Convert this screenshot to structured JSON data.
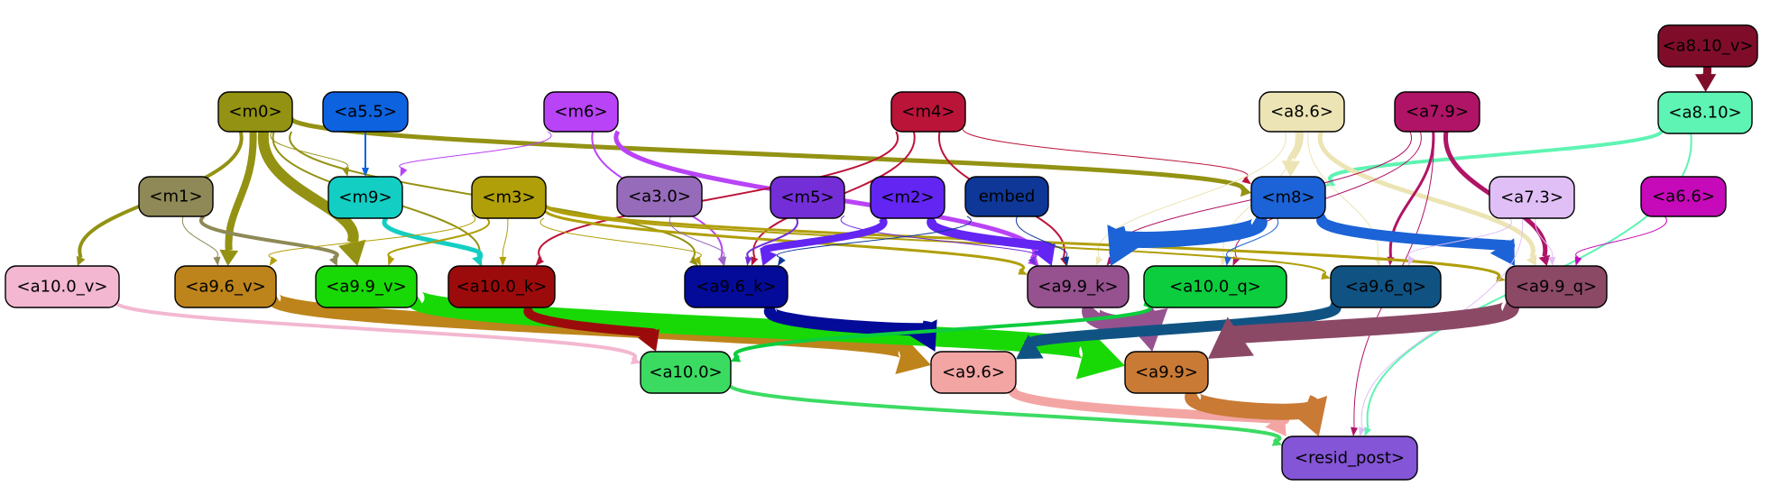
{
  "diagram": {
    "nodes": [
      {
        "id": "a8_10_v",
        "label": "<a8.10_v>",
        "fill": "#7f0d2a",
        "text": "#000000"
      },
      {
        "id": "m0",
        "label": "<m0>",
        "fill": "#939213",
        "text": "#000000"
      },
      {
        "id": "a5_5",
        "label": "<a5.5>",
        "fill": "#0d62e0",
        "text": "#000000"
      },
      {
        "id": "m6",
        "label": "<m6>",
        "fill": "#b943f6",
        "text": "#000000"
      },
      {
        "id": "m4",
        "label": "<m4>",
        "fill": "#bb1439",
        "text": "#000000"
      },
      {
        "id": "a8_6",
        "label": "<a8.6>",
        "fill": "#ece4b4",
        "text": "#000000"
      },
      {
        "id": "a7_9",
        "label": "<a7.9>",
        "fill": "#b01466",
        "text": "#000000"
      },
      {
        "id": "a8_10",
        "label": "<a8.10>",
        "fill": "#5ef4b3",
        "text": "#000000"
      },
      {
        "id": "m1",
        "label": "<m1>",
        "fill": "#8e8956",
        "text": "#000000"
      },
      {
        "id": "m9",
        "label": "<m9>",
        "fill": "#13cec3",
        "text": "#000000"
      },
      {
        "id": "m3",
        "label": "<m3>",
        "fill": "#b09f09",
        "text": "#000000"
      },
      {
        "id": "a3_0",
        "label": "<a3.0>",
        "fill": "#966bb9",
        "text": "#000000"
      },
      {
        "id": "m5",
        "label": "<m5>",
        "fill": "#742ed7",
        "text": "#000000"
      },
      {
        "id": "m2",
        "label": "<m2>",
        "fill": "#6225f2",
        "text": "#000000"
      },
      {
        "id": "embed",
        "label": "embed",
        "fill": "#0e3798",
        "text": "#000000"
      },
      {
        "id": "m8",
        "label": "<m8>",
        "fill": "#1b63d6",
        "text": "#000000"
      },
      {
        "id": "a7_3",
        "label": "<a7.3>",
        "fill": "#e0bff6",
        "text": "#000000"
      },
      {
        "id": "a6_6",
        "label": "<a6.6>",
        "fill": "#c609b9",
        "text": "#000000"
      },
      {
        "id": "a10_0_v",
        "label": "<a10.0_v>",
        "fill": "#f3b7d1",
        "text": "#000000"
      },
      {
        "id": "a9_6_v",
        "label": "<a9.6_v>",
        "fill": "#bd841b",
        "text": "#000000"
      },
      {
        "id": "a9_9_v",
        "label": "<a9.9_v>",
        "fill": "#18d905",
        "text": "#000000"
      },
      {
        "id": "a10_0_k",
        "label": "<a10.0_k>",
        "fill": "#9c0b0b",
        "text": "#000000"
      },
      {
        "id": "a9_6_k",
        "label": "<a9.6_k>",
        "fill": "#040b98",
        "text": "#000000"
      },
      {
        "id": "a9_9_k",
        "label": "<a9.9_k>",
        "fill": "#95528f",
        "text": "#000000"
      },
      {
        "id": "a10_0_q",
        "label": "<a10.0_q>",
        "fill": "#0ccd3d",
        "text": "#000000"
      },
      {
        "id": "a9_6_q",
        "label": "<a9.6_q>",
        "fill": "#105383",
        "text": "#000000"
      },
      {
        "id": "a9_9_q",
        "label": "<a9.9_q>",
        "fill": "#8b4966",
        "text": "#000000"
      },
      {
        "id": "a10_0",
        "label": "<a10.0>",
        "fill": "#3bdb62",
        "text": "#000000"
      },
      {
        "id": "a9_6",
        "label": "<a9.6>",
        "fill": "#f3a5a4",
        "text": "#000000"
      },
      {
        "id": "a9_9",
        "label": "<a9.9>",
        "fill": "#c97a35",
        "text": "#000000"
      },
      {
        "id": "resid_post",
        "label": "<resid_post>",
        "fill": "#8455d6",
        "text": "#000000"
      }
    ],
    "edges": [
      {
        "from": "a8_10_v",
        "to": "a8_10",
        "color": "#7f0d2a",
        "weight": 9
      },
      {
        "from": "a8_10",
        "to": "m8",
        "color": "#5ef4b3",
        "weight": 4
      },
      {
        "from": "a8_10",
        "to": "resid_post",
        "color": "#5ef4b3",
        "weight": 2
      },
      {
        "from": "m0",
        "to": "a10_0_v",
        "color": "#939213",
        "weight": 4
      },
      {
        "from": "m0",
        "to": "a9_6_v",
        "color": "#939213",
        "weight": 8
      },
      {
        "from": "m0",
        "to": "a9_9_v",
        "color": "#939213",
        "weight": 12
      },
      {
        "from": "m0",
        "to": "m9",
        "color": "#939213",
        "weight": 1
      },
      {
        "from": "m0",
        "to": "a10_0_k",
        "color": "#939213",
        "weight": 2
      },
      {
        "from": "m0",
        "to": "a9_6_k",
        "color": "#939213",
        "weight": 2
      },
      {
        "from": "m0",
        "to": "m8",
        "color": "#939213",
        "weight": 5
      },
      {
        "from": "a5_5",
        "to": "m9",
        "color": "#0d62e0",
        "weight": 2
      },
      {
        "from": "m6",
        "to": "m9",
        "color": "#b943f6",
        "weight": 1
      },
      {
        "from": "m6",
        "to": "a9_6_k",
        "color": "#b943f6",
        "weight": 2
      },
      {
        "from": "m6",
        "to": "a9_9_k",
        "color": "#b943f6",
        "weight": 5
      },
      {
        "from": "m4",
        "to": "a10_0_k",
        "color": "#bb1439",
        "weight": 2
      },
      {
        "from": "m4",
        "to": "a9_6_k",
        "color": "#bb1439",
        "weight": 2
      },
      {
        "from": "m4",
        "to": "a9_9_k",
        "color": "#bb1439",
        "weight": 2
      },
      {
        "from": "m4",
        "to": "m8",
        "color": "#bb1439",
        "weight": 1
      },
      {
        "from": "a8_6",
        "to": "m8",
        "color": "#ece4b4",
        "weight": 8
      },
      {
        "from": "a8_6",
        "to": "a9_9_q",
        "color": "#ece4b4",
        "weight": 5
      },
      {
        "from": "a8_6",
        "to": "a9_6_q",
        "color": "#ece4b4",
        "weight": 1
      },
      {
        "from": "a8_6",
        "to": "a10_0_q",
        "color": "#ece4b4",
        "weight": 1
      },
      {
        "from": "a8_6",
        "to": "a9_9_k",
        "color": "#ece4b4",
        "weight": 1
      },
      {
        "from": "a7_9",
        "to": "a9_9_q",
        "color": "#b01466",
        "weight": 5
      },
      {
        "from": "a7_9",
        "to": "a9_6_q",
        "color": "#b01466",
        "weight": 3
      },
      {
        "from": "a7_9",
        "to": "a10_0_q",
        "color": "#b01466",
        "weight": 1
      },
      {
        "from": "a7_9",
        "to": "a9_9_k",
        "color": "#b01466",
        "weight": 1
      },
      {
        "from": "a7_9",
        "to": "resid_post",
        "color": "#b01466",
        "weight": 1
      },
      {
        "from": "m1",
        "to": "a9_6_v",
        "color": "#8e8956",
        "weight": 1
      },
      {
        "from": "m1",
        "to": "a9_9_v",
        "color": "#8e8956",
        "weight": 4
      },
      {
        "from": "m9",
        "to": "a10_0_k",
        "color": "#13cec3",
        "weight": 5
      },
      {
        "from": "m3",
        "to": "a9_6_v",
        "color": "#b09f09",
        "weight": 1
      },
      {
        "from": "m3",
        "to": "a9_9_v",
        "color": "#b09f09",
        "weight": 2
      },
      {
        "from": "m3",
        "to": "a10_0_k",
        "color": "#b09f09",
        "weight": 1
      },
      {
        "from": "m3",
        "to": "a9_6_k",
        "color": "#b09f09",
        "weight": 1
      },
      {
        "from": "m3",
        "to": "a9_9_k",
        "color": "#b09f09",
        "weight": 3
      },
      {
        "from": "m3",
        "to": "a9_6_q",
        "color": "#b09f09",
        "weight": 2
      },
      {
        "from": "m3",
        "to": "a9_9_q",
        "color": "#b09f09",
        "weight": 3
      },
      {
        "from": "a3_0",
        "to": "a9_6_k",
        "color": "#966bb9",
        "weight": 1
      },
      {
        "from": "m5",
        "to": "a9_6_k",
        "color": "#742ed7",
        "weight": 2
      },
      {
        "from": "m5",
        "to": "a9_9_k",
        "color": "#742ed7",
        "weight": 1
      },
      {
        "from": "m2",
        "to": "a9_6_k",
        "color": "#6225f2",
        "weight": 8
      },
      {
        "from": "m2",
        "to": "a9_9_k",
        "color": "#6225f2",
        "weight": 10
      },
      {
        "from": "embed",
        "to": "a9_6_k",
        "color": "#0e3798",
        "weight": 1
      },
      {
        "from": "embed",
        "to": "a9_9_k",
        "color": "#0e3798",
        "weight": 1
      },
      {
        "from": "m8",
        "to": "a9_9_k",
        "color": "#1b63d6",
        "weight": 18
      },
      {
        "from": "m8",
        "to": "a10_0_q",
        "color": "#1b63d6",
        "weight": 1
      },
      {
        "from": "m8",
        "to": "a9_9_q",
        "color": "#1b63d6",
        "weight": 12
      },
      {
        "from": "a7_3",
        "to": "a9_9_q",
        "color": "#e0bff6",
        "weight": 1
      },
      {
        "from": "a7_3",
        "to": "a9_6_q",
        "color": "#e0bff6",
        "weight": 1
      },
      {
        "from": "a7_3",
        "to": "resid_post",
        "color": "#e0bff6",
        "weight": 1
      },
      {
        "from": "a6_6",
        "to": "a9_9_q",
        "color": "#c609b9",
        "weight": 1
      },
      {
        "from": "a10_0_v",
        "to": "a10_0",
        "color": "#f3b7d1",
        "weight": 4
      },
      {
        "from": "a9_6_v",
        "to": "a9_6",
        "color": "#bd841b",
        "weight": 16
      },
      {
        "from": "a9_9_v",
        "to": "a9_9",
        "color": "#18d905",
        "weight": 22
      },
      {
        "from": "a10_0_k",
        "to": "a10_0",
        "color": "#9c0b0b",
        "weight": 10
      },
      {
        "from": "a9_6_k",
        "to": "a9_6",
        "color": "#040b98",
        "weight": 14
      },
      {
        "from": "a9_9_k",
        "to": "a9_9",
        "color": "#95528f",
        "weight": 20
      },
      {
        "from": "a10_0_q",
        "to": "a10_0",
        "color": "#0ccd3d",
        "weight": 4
      },
      {
        "from": "a9_6_q",
        "to": "a9_6",
        "color": "#105383",
        "weight": 12
      },
      {
        "from": "a9_9_q",
        "to": "a9_9",
        "color": "#8b4966",
        "weight": 20
      },
      {
        "from": "a10_0",
        "to": "resid_post",
        "color": "#3bdb62",
        "weight": 4
      },
      {
        "from": "a9_6",
        "to": "resid_post",
        "color": "#f3a5a4",
        "weight": 10
      },
      {
        "from": "a9_9",
        "to": "resid_post",
        "color": "#c97a35",
        "weight": 18
      }
    ]
  }
}
